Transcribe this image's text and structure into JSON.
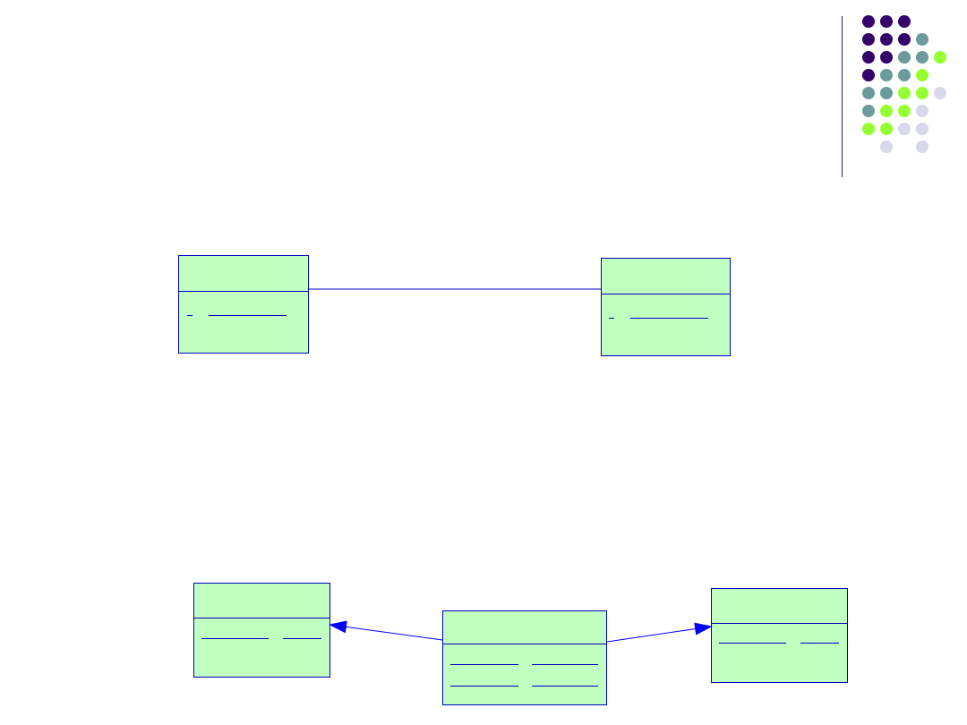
{
  "decoration": {
    "colors": {
      "purple": "#36006b",
      "teal": "#6b9b9b",
      "lime": "#96ff33",
      "lavender": "#d8d8ec"
    },
    "dot_grid": [
      [
        "purple",
        "purple",
        "purple",
        "",
        "",
        ""
      ],
      [
        "purple",
        "purple",
        "purple",
        "teal",
        "",
        ""
      ],
      [
        "purple",
        "purple",
        "teal",
        "teal",
        "lime",
        ""
      ],
      [
        "purple",
        "teal",
        "teal",
        "lime",
        "",
        ""
      ],
      [
        "teal",
        "teal",
        "lime",
        "lime",
        "lavender",
        ""
      ],
      [
        "teal",
        "lime",
        "lime",
        "lavender",
        "",
        ""
      ],
      [
        "lime",
        "lime",
        "lavender",
        "lavender",
        "",
        ""
      ],
      [
        "",
        "lavender",
        "",
        "lavender",
        "",
        ""
      ]
    ]
  },
  "diagram": {
    "box_fill": "#c0ffc0",
    "box_stroke": "#0000c0",
    "arrow_color": "#0000ff",
    "classes": [
      {
        "id": "top-left-class",
        "name": "",
        "attributes": ""
      },
      {
        "id": "top-right-class",
        "name": "",
        "attributes": ""
      },
      {
        "id": "bottom-left-class",
        "name": "",
        "attributes": ""
      },
      {
        "id": "bottom-center-class",
        "name": "",
        "attributes": ""
      },
      {
        "id": "bottom-right-class",
        "name": "",
        "attributes": ""
      }
    ]
  }
}
